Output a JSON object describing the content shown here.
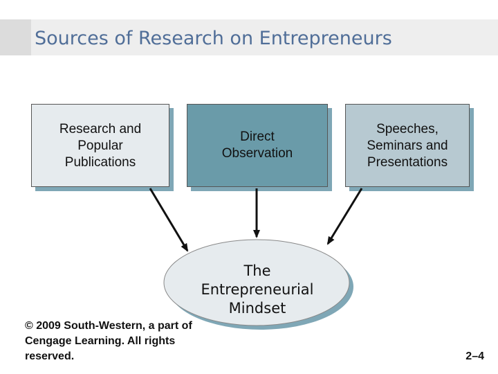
{
  "slide": {
    "title": "Sources of Research on Entrepreneurs",
    "boxes": [
      {
        "label": "Research and\nPopular\nPublications",
        "fill": "#e6ebee"
      },
      {
        "label": "Direct\nObservation",
        "fill": "#6a9ba9"
      },
      {
        "label": "Speeches,\nSeminars and\nPresentations",
        "fill": "#b7c9d1"
      }
    ],
    "center": {
      "label": "The\nEntrepreneurial\nMindset"
    },
    "copyright": "© 2009 South-Western, a part of\nCengage Learning. All rights\nreserved.",
    "page_number": "2–4"
  }
}
